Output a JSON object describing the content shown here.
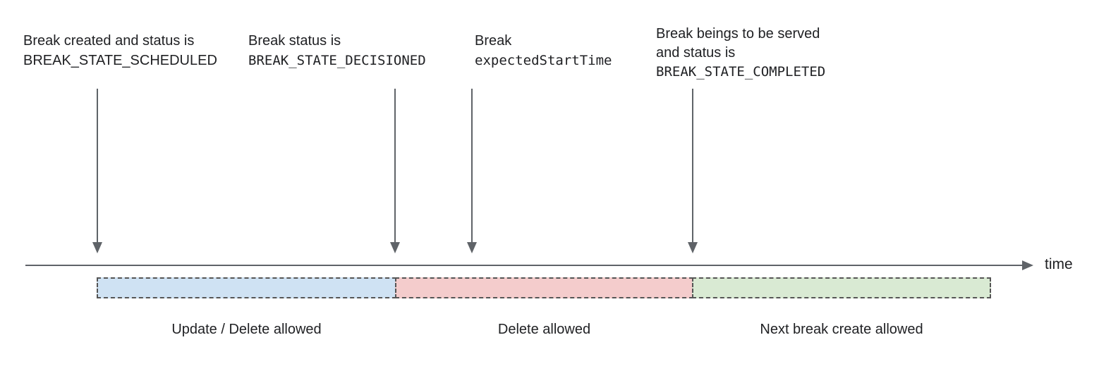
{
  "annotations": [
    {
      "lines": [
        "Break created and status is",
        "BREAK_STATE_SCHEDULED"
      ]
    },
    {
      "lines": [
        "Break status is",
        "BREAK_STATE_DECISIONED"
      ]
    },
    {
      "lines": [
        "Break",
        "expectedStartTime"
      ]
    },
    {
      "lines": [
        "Break beings to be served",
        "and status is",
        "BREAK_STATE_COMPLETED"
      ]
    }
  ],
  "timeline": {
    "axis_label": "time"
  },
  "segments": [
    {
      "label": "Update / Delete allowed",
      "fill": "#cfe2f3"
    },
    {
      "label": "Delete allowed",
      "fill": "#f4cccc"
    },
    {
      "label": "Next break create allowed",
      "fill": "#d9ead3"
    }
  ],
  "colors": {
    "arrow": "#5f6368",
    "segment_border": "#555555",
    "text": "#202124",
    "background": "#ffffff"
  }
}
